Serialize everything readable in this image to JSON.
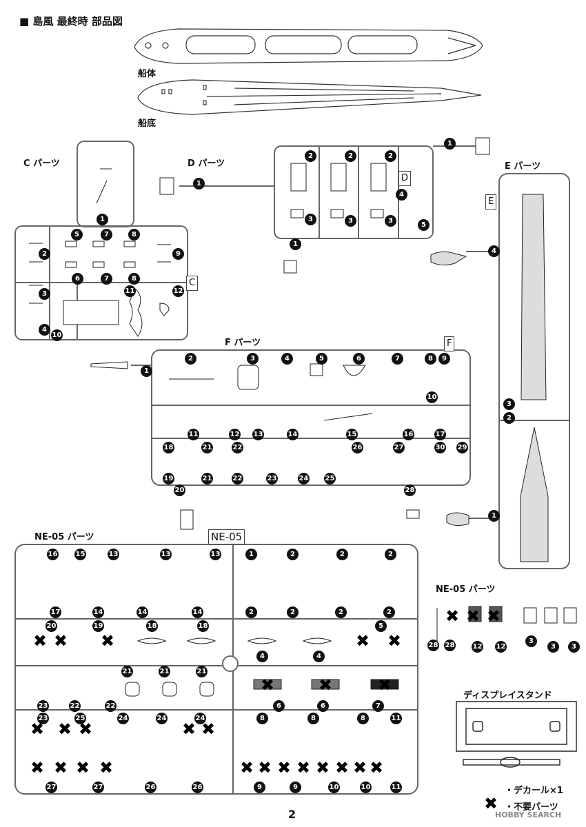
{
  "page": {
    "title": "■ 島風 最終時 部品図",
    "hull_upper_label": "船体",
    "hull_lower_label": "船底",
    "page_number": "2",
    "watermark": "HOBBY SEARCH"
  },
  "sprues": {
    "C": {
      "heading": "C パーツ",
      "tag": "C",
      "numbers": [
        "1",
        "5",
        "7",
        "8",
        "2",
        "9",
        "6",
        "7",
        "8",
        "3",
        "11",
        "12",
        "4",
        "10"
      ]
    },
    "D": {
      "heading": "D パーツ",
      "tag": "D",
      "numbers": [
        "1",
        "1",
        "2",
        "2",
        "2",
        "4",
        "3",
        "3",
        "3",
        "5",
        "1"
      ]
    },
    "E": {
      "heading": "E パーツ",
      "tag": "E",
      "numbers": [
        "4",
        "3",
        "2",
        "1"
      ]
    },
    "F": {
      "heading": "F パーツ",
      "tag": "F",
      "numbers": [
        "1",
        "2",
        "3",
        "4",
        "5",
        "6",
        "7",
        "8",
        "9",
        "10",
        "11",
        "12",
        "13",
        "14",
        "15",
        "16",
        "17",
        "18",
        "21",
        "22",
        "26",
        "27",
        "30",
        "29",
        "19",
        "21",
        "22",
        "23",
        "24",
        "25",
        "20",
        "28"
      ]
    },
    "NE05": {
      "heading": "NE-05 パーツ",
      "tag": "NE-05",
      "numbers": [
        "16",
        "15",
        "13",
        "13",
        "13",
        "1",
        "2",
        "2",
        "2",
        "17",
        "14",
        "14",
        "14",
        "2",
        "2",
        "2",
        "2",
        "20",
        "19",
        "18",
        "18",
        "5",
        "4",
        "4",
        "21",
        "21",
        "21",
        "23",
        "22",
        "22",
        "6",
        "6",
        "7",
        "23",
        "25",
        "24",
        "24",
        "24",
        "8",
        "8",
        "8",
        "11",
        "27",
        "27",
        "26",
        "26",
        "9",
        "9",
        "10",
        "10",
        "11"
      ]
    },
    "NE05_loose": {
      "heading": "NE-05 パーツ",
      "numbers": [
        "28",
        "28",
        "12",
        "12",
        "3",
        "3",
        "3"
      ]
    }
  },
  "stand": {
    "heading": "ディスプレイスタンド"
  },
  "legend": {
    "decal": "・デカール×1",
    "unused": "・不要パーツ"
  }
}
